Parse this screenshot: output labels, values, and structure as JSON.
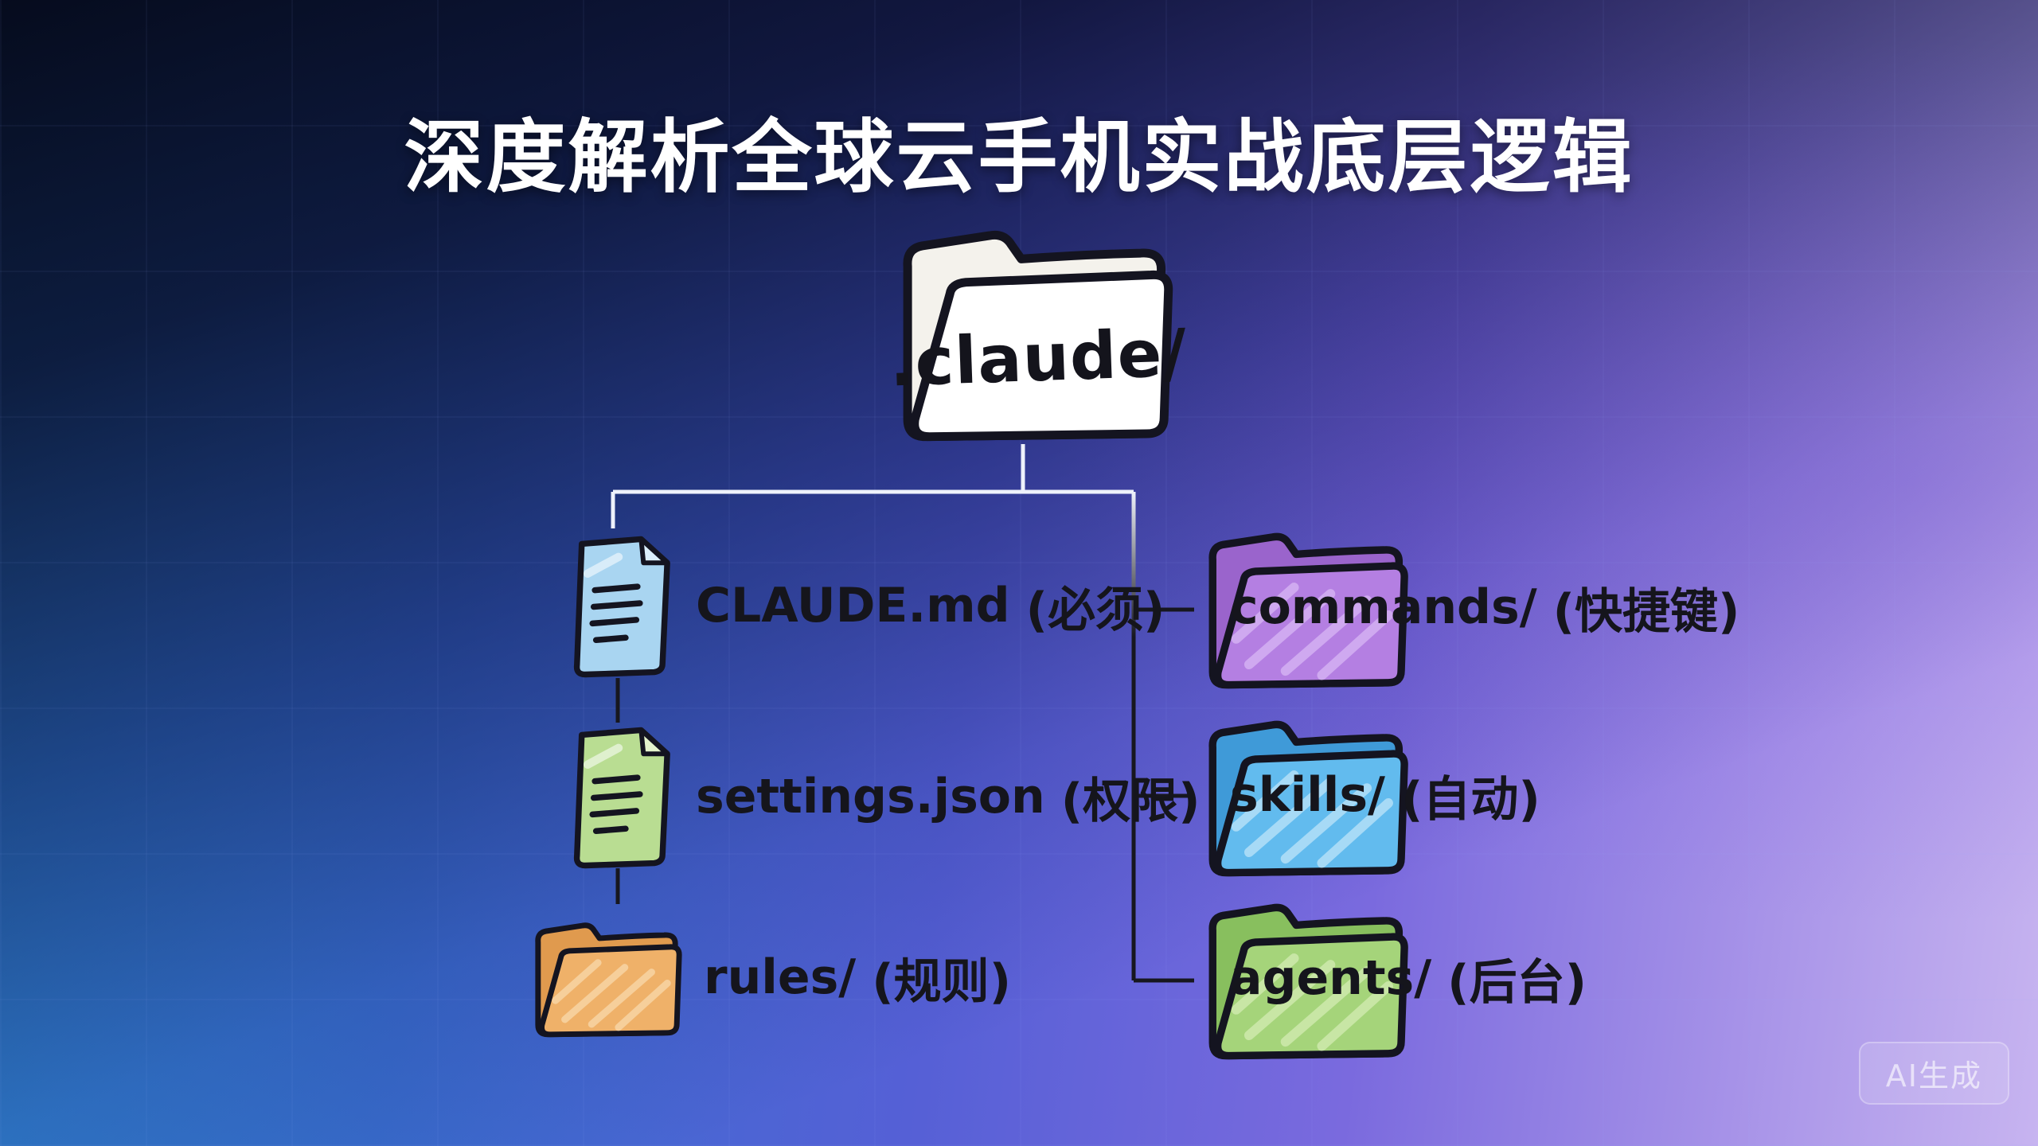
{
  "title": "深度解析全球云手机实战底层逻辑",
  "root": {
    "label": ".claude/",
    "icon": "folder"
  },
  "tree": {
    "left": [
      {
        "icon": "document",
        "color": "blue",
        "name": "CLAUDE.md",
        "note": "(必须)"
      },
      {
        "icon": "document",
        "color": "green",
        "name": "settings.json",
        "note": "(权限)"
      },
      {
        "icon": "folder",
        "color": "orange",
        "name": "rules/",
        "note": "(规则)"
      }
    ],
    "right": [
      {
        "icon": "folder",
        "color": "purple",
        "name": "commands/",
        "note": "(快捷键)"
      },
      {
        "icon": "folder",
        "color": "blue",
        "name": "skills/",
        "note": "(自动)"
      },
      {
        "icon": "folder",
        "color": "green",
        "name": "agents/",
        "note": "(后台)"
      }
    ]
  },
  "watermark": {
    "label": "AI生成"
  },
  "colors": {
    "background_top_left": "#0a1025",
    "background_top_right": "#2d2070",
    "background_bottom_left": "#3a8fd0",
    "background_bottom_right": "#c3b2ec",
    "title_text": "#ffffff",
    "label_text": "#15151c",
    "line_light": "#eef2fb",
    "line_dark": "#17171f",
    "folder_white": "#ffffff",
    "folder_purple": "#b47fe2",
    "folder_blue": "#62bbee",
    "folder_green": "#a5d47a",
    "folder_orange": "#efb169",
    "doc_blue": "#a9d5f1",
    "doc_green": "#b9dd92"
  }
}
